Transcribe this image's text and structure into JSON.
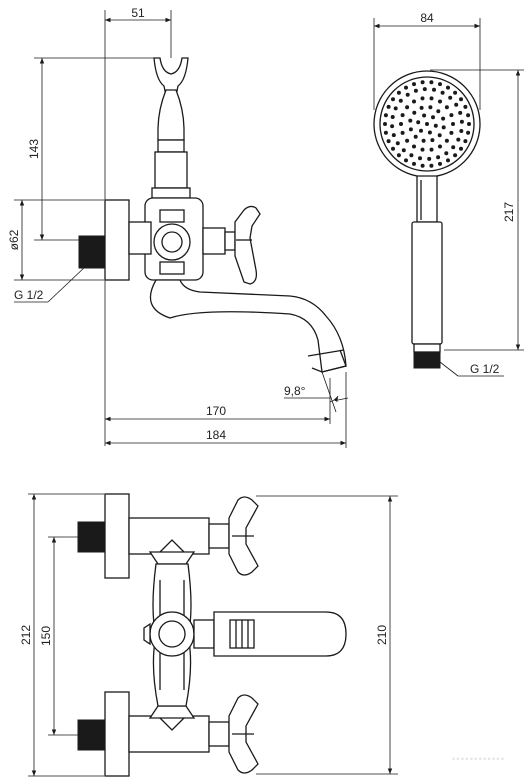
{
  "dimensions": {
    "spout_to_holder": "51",
    "holder_height": "143",
    "flange_diameter": "ø62",
    "thread_left": "G 1/2",
    "spout_angle": "9,8°",
    "spout_reach": "170",
    "overall_depth": "184",
    "head_width": "84",
    "shower_length": "217",
    "thread_shower": "G 1/2",
    "overall_height": "212",
    "center_distance": "150",
    "body_height": "210"
  },
  "watermark": "............"
}
